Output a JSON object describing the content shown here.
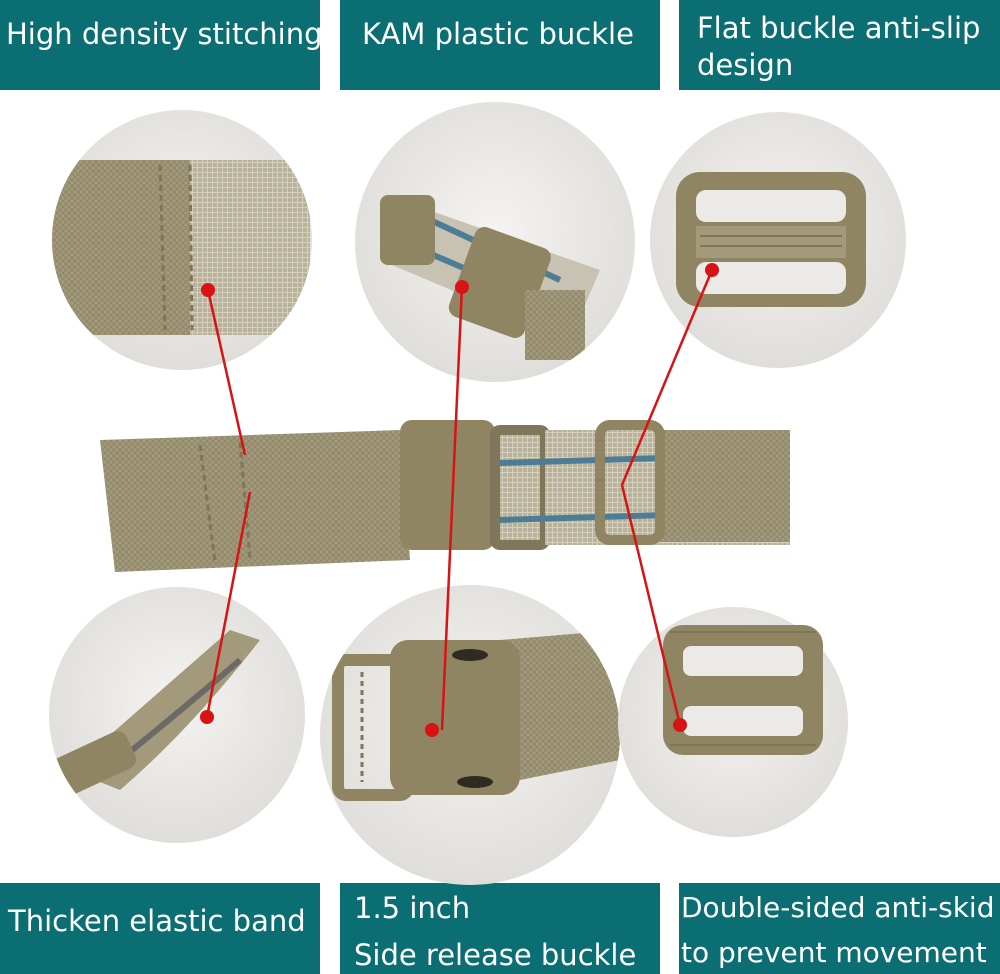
{
  "banners": {
    "top_left": "High density stitching",
    "top_middle": "KAM plastic buckle",
    "top_right_line1": "Flat buckle anti-slip",
    "top_right_line2": "design",
    "bottom_left": "Thicken elastic band",
    "bottom_middle_line1": "1.5 inch",
    "bottom_middle_line2": "Side release buckle",
    "bottom_right_line1": "Double-sided anti-skid",
    "bottom_right_line2": "to prevent movement"
  },
  "colors": {
    "banner_bg": "#0b6e73",
    "banner_text": "#ffffff",
    "strap": "#a39a7b",
    "buckle": "#8f8562",
    "accent_stripe": "#4d7d94",
    "pointer": "#d81313",
    "circle_bg": "#ecebe9"
  },
  "icons": {
    "pointer_dot": "red-dot-icon"
  }
}
